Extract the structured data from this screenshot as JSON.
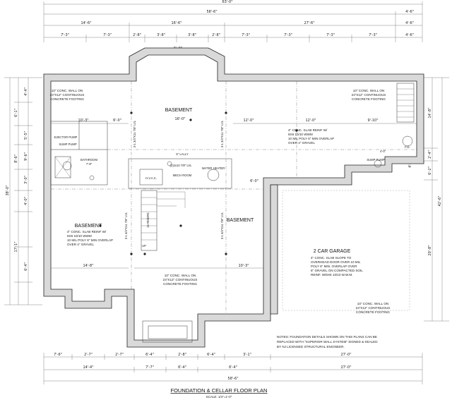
{
  "drawing": {
    "title": "FOUNDATION & CELLAR FLOOR PLAN",
    "scale": "SCALE: 1/4\"=1'-0\""
  },
  "top_dims": {
    "overall": "63'-0\"",
    "row2": [
      "58'-6\"",
      "4'-6\""
    ],
    "row3": [
      "14'-6\"",
      "16'-6\"",
      "27'-6\"",
      "4'-6\""
    ],
    "row4": [
      "7'-3\"",
      "7'-3\"",
      "2'-8\"",
      "3'-8\"",
      "3'-8\"",
      "2'-8\"",
      "7'-3\"",
      "7'-3\"",
      "7'-3\"",
      "7'-3\"",
      "4'-6\""
    ],
    "bay": "5'-0\""
  },
  "bottom_dims": {
    "row1": [
      "7'-6\"",
      "2'-7\"",
      "2'-7\"",
      "6'-4\"",
      "2'-8\"",
      "6'-4\"",
      "3'-1\"",
      "27'-0\""
    ],
    "row2": [
      "14'-4\"",
      "7'-7\"",
      "6'-4\"",
      "6'-4\"",
      "27'-0\""
    ],
    "overall": "58'-6\""
  },
  "side_dims": {
    "left": [
      "6'-1\"",
      "4'-4\"",
      "5'-5\"",
      "9'-6\"",
      "8'-6\"",
      "3'-0\"",
      "4'-0\"",
      "6'-4\"",
      "17'-1\"",
      "38'-0\""
    ],
    "right": [
      "14'-8\"",
      "2'-4\"",
      "6'-2\"",
      "20'-8\"",
      "42'-6\"",
      "4'-0\""
    ]
  },
  "rooms": {
    "basement_top": "BASEMENT",
    "basement_left": "BASEMENT",
    "basement_right": "BASEMENT",
    "garage": "2 CAR GARAGE",
    "bathroom": "BATHROOM",
    "mech_room": "MECH ROOM",
    "hvac": "H.V.A.C.",
    "water_heater": "WATER HEATER",
    "ejector_pump": "EJECTOR PUMP",
    "sump_pump": "SUMP PUMP",
    "sump_pump_top": "SUMP PUMP",
    "up": "UP",
    "fd": "F.D."
  },
  "notes": {
    "wall_top_left": [
      "10\" CONC. WALL ON",
      "24\"X12\" CONTINUOUS",
      "CONCRETE FOOTING"
    ],
    "wall_top_right": [
      "10\" CONC. WALL ON",
      "24\"X12\" CONTINUOUS",
      "CONCRETE FOOTING"
    ],
    "wall_bottom_mid": [
      "10\" CONC. WALL ON",
      "24\"X12\" CONTINUOUS",
      "CONCRETE FOOTING"
    ],
    "wall_bottom_right": [
      "10\" CONC. WALL ON",
      "24\"X12\" CONTINUOUS",
      "CONCRETE FOOTING"
    ],
    "slab_left": [
      "4\" CONC. SLAB  REINF W/",
      "6X6 10/10 WWM",
      "10 MIL POLY 6\" MIN OVERLAP",
      "OVER 4\" GRAVEL"
    ],
    "slab_right": [
      "4\" CONC. SLAB  REINF W/",
      "6X6 10/10 WWM",
      "10 MIL POLY 6\" MIN OVERLAP",
      "OVER 4\" GRAVEL"
    ],
    "garage_slab": [
      "4\" CONC. SLAB SLOPE TO",
      "OVERHEAD DOOR OVER 10 MIL",
      "POLY 6\" MIN. OVERLAP OVER",
      "6\" GRAVEL ON COMPACTED SOIL",
      "REINF. W/6X6 10/10 W.W.M."
    ],
    "foundation": [
      "NOTES: FOUNDATION DETAILS SHOWN ON THIS PLANS CAN BE",
      "REPLACED WITH \"SUPERIOR WALL SYSTEM\" SIGNED & SEALED",
      "BY NJ LICENSED STRUCTURAL ENGINEER."
    ],
    "beam_1": "3-1 3/4\"X11 7/8\" LVL",
    "beam_2": "3-1 3/4\"X11 7/8\" LVL",
    "beam_3": "3-1 3/4\"X11 7/8\" LVL",
    "beam_4": "3-1 3/4\"X11 7/8\" LVL",
    "beam_5": "(2)2x10 7/8\" LVL",
    "lally": "5\" LALLY",
    "bath_ceiling": "7'-8\"",
    "stairs": "16 RISERS",
    "corner_col": "4'-0\""
  },
  "interior_dims": {
    "a": "16'-0\"",
    "b": "12'-0\"",
    "c": "10'-3\"",
    "d": "6'-0\"",
    "e": "14'-8\"",
    "f": "10'-3\"",
    "g": "12'-0\"",
    "h": "9'-10\"",
    "i": "6'-0\""
  }
}
